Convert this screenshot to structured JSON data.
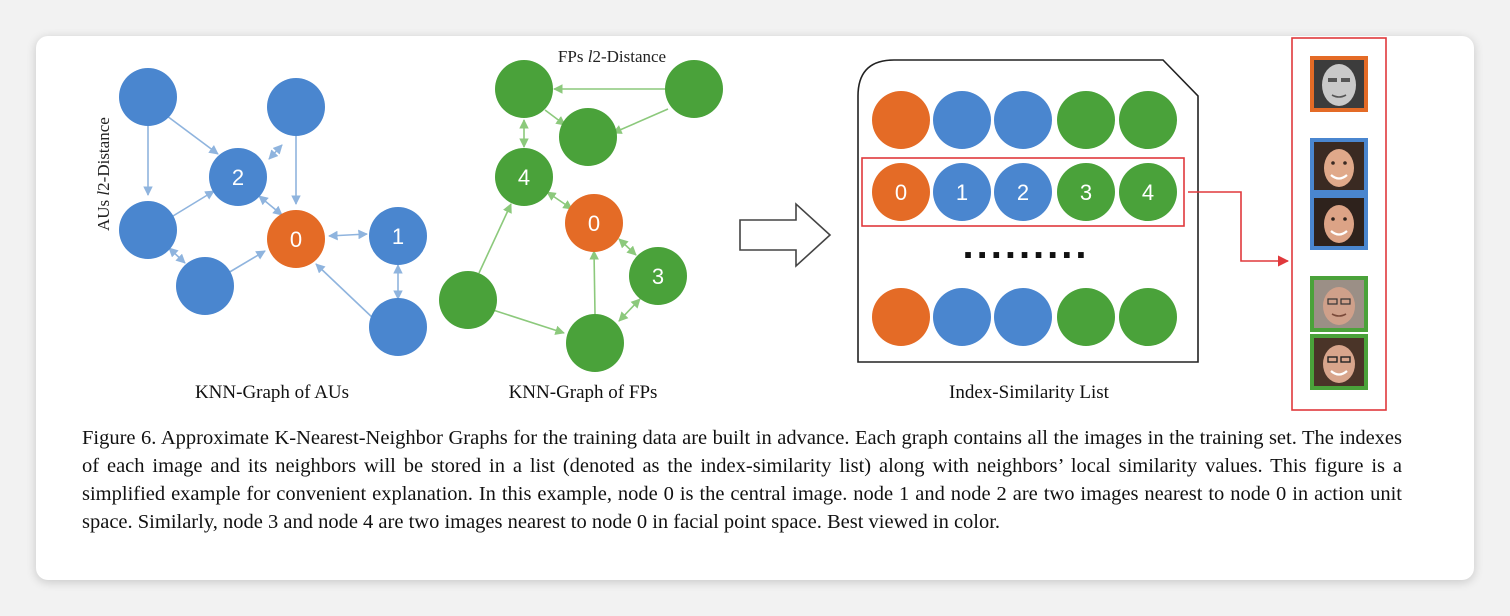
{
  "colors": {
    "blue": "#4a86cf",
    "orange": "#e46b26",
    "green": "#4aa23a",
    "red": "#e0393c",
    "arrow_blue": "#8fb4de",
    "arrow_green": "#8cc97c"
  },
  "panel_aus": {
    "axis_label_prefix": "AUs ",
    "axis_label_ital": "l",
    "axis_label_suffix": "2-Distance",
    "title": "KNN-Graph of AUs",
    "node_labels": [
      "2",
      "0",
      "1"
    ]
  },
  "panel_fps": {
    "axis_label_prefix": "FPs ",
    "axis_label_ital": "l",
    "axis_label_suffix": "2-Distance",
    "title": "KNN-Graph of FPs",
    "node_labels": [
      "4",
      "0",
      "3"
    ]
  },
  "index_list": {
    "title": "Index-Similarity List",
    "highlight_row_labels": [
      "0",
      "1",
      "2",
      "3",
      "4"
    ],
    "ellipsis": "........."
  },
  "faces": {
    "icons": [
      "central-face-grayscale",
      "au-neighbor-face",
      "au-neighbor-face",
      "fp-neighbor-face",
      "fp-neighbor-face"
    ]
  },
  "caption": {
    "figure_label": "Figure 6.",
    "text": "Approximate K-Nearest-Neighbor Graphs for the training data are built in advance. Each graph contains all the images in the training set. The indexes of each image and its neighbors will be stored in a list (denoted as the index-similarity list) along with neighbors’ local similarity values. This figure is a simplified example for convenient explanation. In this example, node 0 is the central image. node 1 and node 2 are two images nearest to node 0 in action unit space. Similarly, node 3 and node 4 are two images nearest to node 0 in facial point space. Best viewed in color."
  }
}
